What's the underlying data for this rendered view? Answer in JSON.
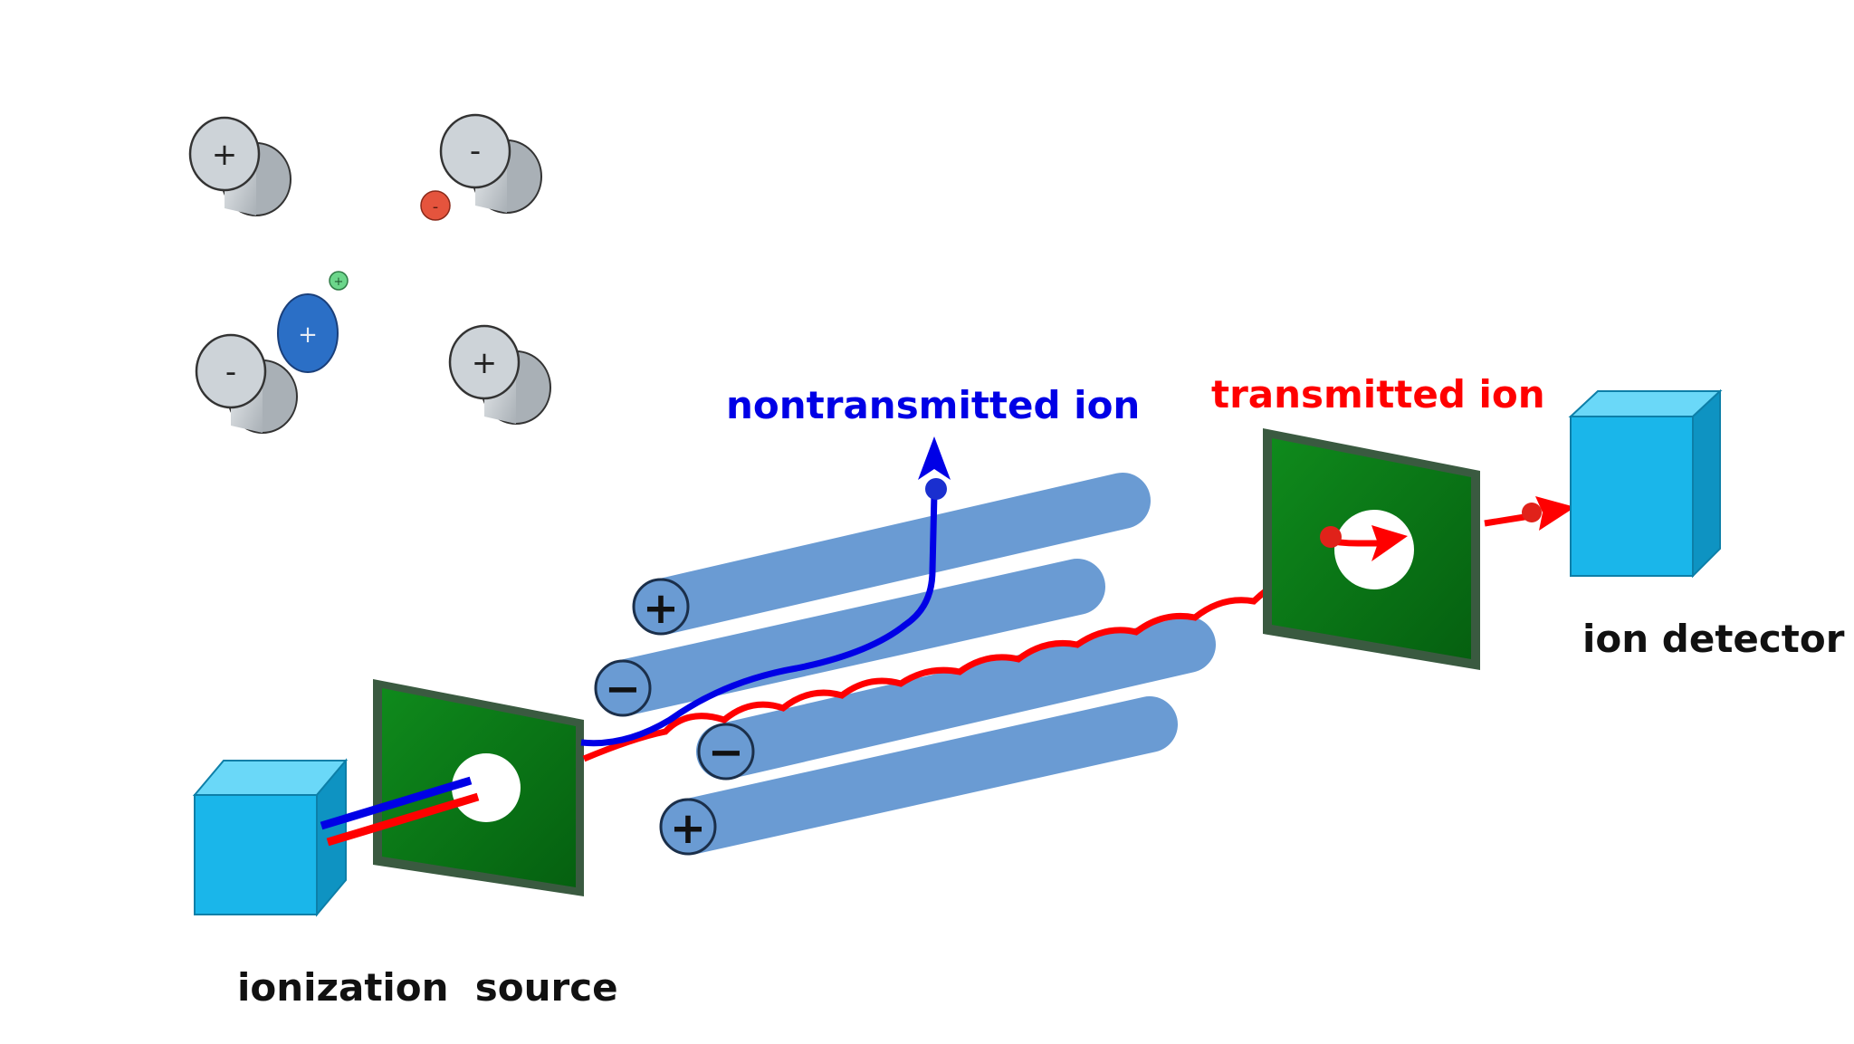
{
  "labels": {
    "nontransmitted": "nontransmitted ion",
    "transmitted": "transmitted ion",
    "detector": "ion detector",
    "source": "ionization  source"
  },
  "colors": {
    "nontransmitted": "#0000e6",
    "transmitted": "#ff0000",
    "label_dark": "#111111",
    "plate": "#0a7a14",
    "box": "#1ab6ea",
    "rod": "#6a9bd3",
    "cylinder": "#cdd3d8",
    "blue_ion": "#2b6fc6",
    "red_ion": "#e5543d",
    "green_ion": "#6cd68b"
  },
  "rod_signs": [
    "+",
    "−",
    "−",
    "+"
  ],
  "cross_section": {
    "cylinders": [
      "+",
      "-",
      "-",
      "+"
    ],
    "ions": {
      "blue": "+",
      "red": "-",
      "green": "+"
    }
  }
}
